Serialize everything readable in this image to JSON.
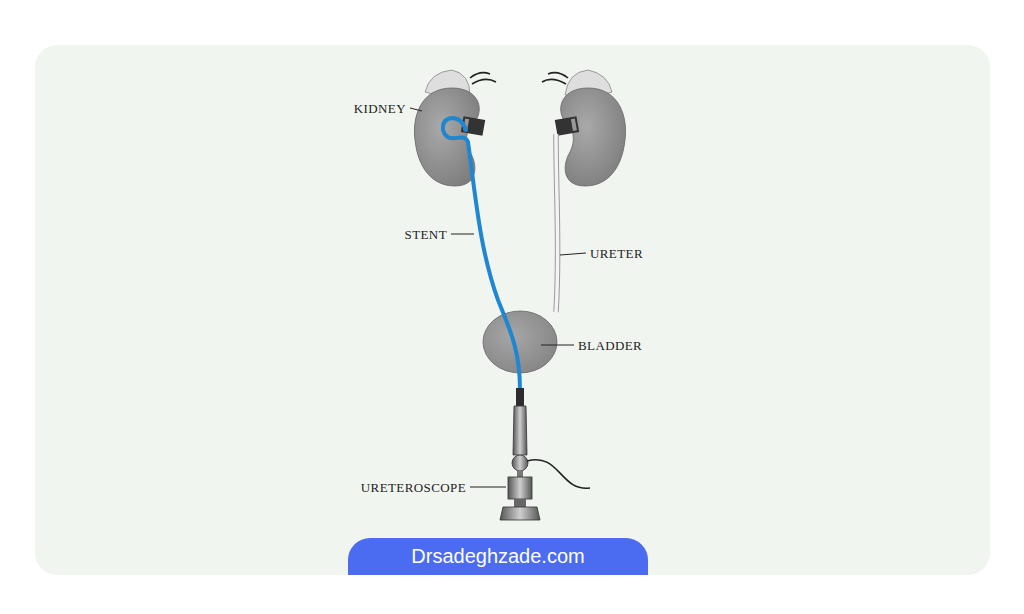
{
  "diagram": {
    "nodes": [
      {
        "text": [
          "Drsadeghzade.com"
        ]
      }
    ],
    "labels": [
      "KIDNEY",
      "STENT",
      "URETER",
      "BLADDER",
      "URETEROSCOPE"
    ]
  }
}
